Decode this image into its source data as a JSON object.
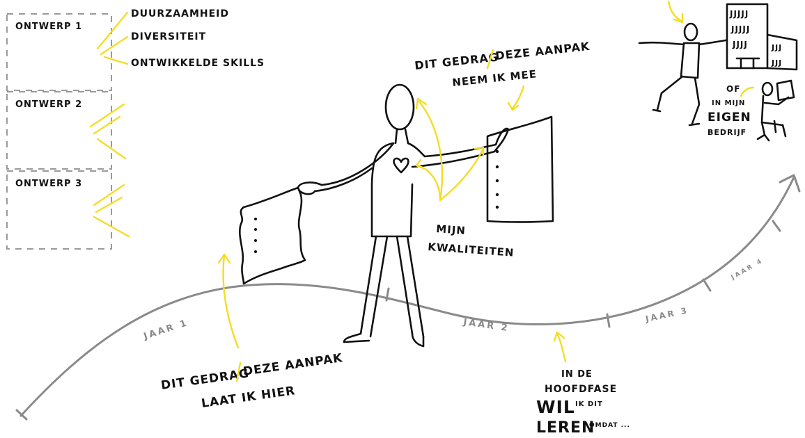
{
  "colors": {
    "ink": "#111111",
    "accent": "#f4dd24",
    "timeline": "#8a8a8a",
    "box": "#9a9a9a"
  },
  "boxes": [
    {
      "title": "ONTWERP 1",
      "items": [
        "DUURZAAMHEID",
        "DIVERSITEIT",
        "ONTWIKKELDE SKILLS"
      ]
    },
    {
      "title": "ONTWERP 2"
    },
    {
      "title": "ONTWERP 3"
    }
  ],
  "keep_caption": {
    "part1": "DIT GEDRAG",
    "part2": "DEZE AANPAK",
    "line2": "NEEM IK MEE"
  },
  "leave_caption": {
    "part1": "DIT GEDRAG",
    "part2": "DEZE AANPAK",
    "line2": "LAAT IK HIER"
  },
  "qualities": {
    "line1": "MIJN",
    "line2": "KWALITEITEN"
  },
  "timeline": {
    "years": [
      "JAAR 1",
      "JAAR 2",
      "JAAR 3",
      "JAAR 4"
    ]
  },
  "hoofdfase": {
    "line1": "IN DE",
    "line2": "HOOFDFASE",
    "line3_big": "WIL",
    "line3_small": "IK DIT",
    "line4_big": "LEREN",
    "line4_small": "OMDAT ..."
  },
  "own_business": {
    "line1": "OF",
    "line2": "IN MIJN",
    "line3": "EIGEN",
    "line4": "BEDRIJF"
  },
  "icons": [
    "person-icon",
    "heart-icon",
    "flag-icon",
    "cloth-icon",
    "office-building-icon",
    "walking-person-icon",
    "laptop-worker-icon",
    "arrow-icon"
  ]
}
